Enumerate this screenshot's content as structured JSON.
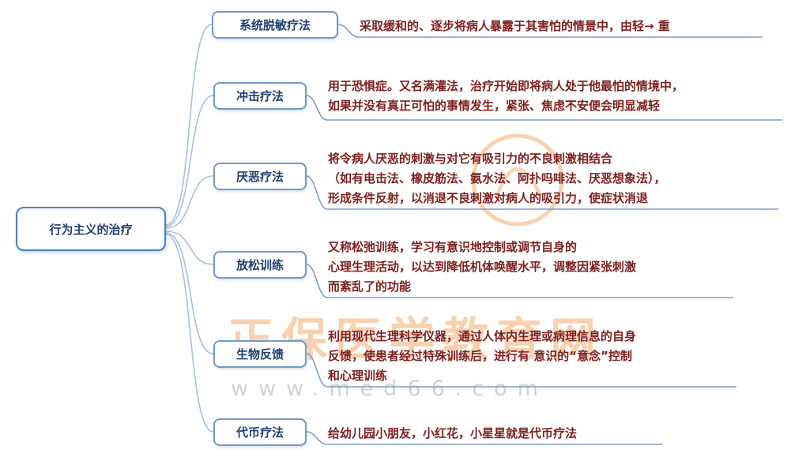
{
  "root": {
    "label": "行为主义的治疗"
  },
  "branches": [
    {
      "label": "系统脱敏疗法",
      "desc_lines": [
        "采取缓和的、逐步将病人暴露于其害怕的情景中，由轻→ 重"
      ]
    },
    {
      "label": "冲击疗法",
      "desc_lines": [
        "用于恐惧症。又名满灌法，治疗开始即将病人处于他最怕的情境中，",
        "如果并没有真正可怕的事情发生，紧张、焦虑不安便会明显减轻"
      ]
    },
    {
      "label": "厌恶疗法",
      "desc_lines": [
        "将令病人厌恶的刺激与对它有吸引力的不良刺激相结合",
        "（如有电击法、橡皮筋法、氨水法、阿扑吗啡法、厌恶想象法），",
        "形成条件反射，以消退不良刺激对病人的吸引力，使症状消退"
      ]
    },
    {
      "label": "放松训练",
      "desc_lines": [
        "又称松弛训练，学习有意识地控制或调节自身的",
        "心理生理活动，以达到降低机体唤醒水平，调整因紧张刺激",
        "而紊乱了的功能"
      ]
    },
    {
      "label": "生物反馈",
      "desc_lines": [
        "利用现代生理科学仪器，通过人体内生理或病理信息的自身",
        "反馈，使患者经过特殊训练后，进行有 意识的“意念”控制",
        "和心理训练"
      ]
    },
    {
      "label": "代币疗法",
      "desc_lines": [
        "给幼儿园小朋友，小红花，小星星就是代币疗法"
      ]
    }
  ],
  "watermark": {
    "brand": "正保医学教育网",
    "url": "www.med66.com"
  },
  "colors": {
    "root_border": "#4e7fbf",
    "node_border": "#6f9bcd",
    "label_text": "#1f3f6e",
    "desc_text": "#7e1f1f",
    "connector": "#a8c0dc",
    "underline": "#7f9cc8",
    "watermark": "#f6c69c"
  }
}
